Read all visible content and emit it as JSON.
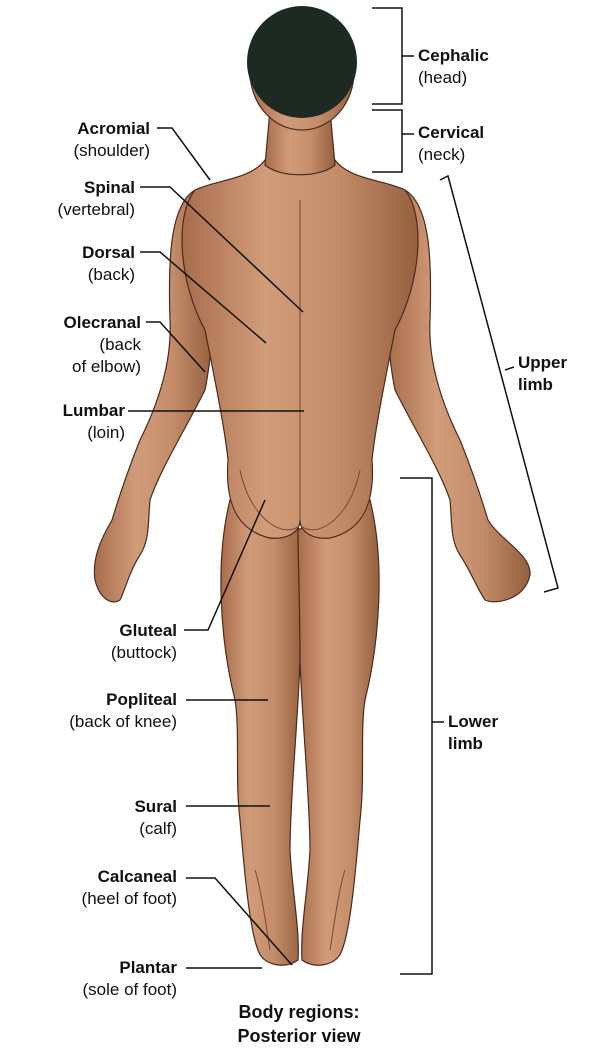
{
  "caption": {
    "line1": "Body regions:",
    "line2": "Posterior view"
  },
  "left_labels": {
    "acromial": {
      "term": "Acromial",
      "desc": "(shoulder)"
    },
    "spinal": {
      "term": "Spinal",
      "desc": "(vertebral)"
    },
    "dorsal": {
      "term": "Dorsal",
      "desc": "(back)"
    },
    "olecranal": {
      "term": "Olecranal",
      "desc1": "(back",
      "desc2": "of elbow)"
    },
    "lumbar": {
      "term": "Lumbar",
      "desc": "(loin)"
    },
    "gluteal": {
      "term": "Gluteal",
      "desc": "(buttock)"
    },
    "popliteal": {
      "term": "Popliteal",
      "desc": "(back of knee)"
    },
    "sural": {
      "term": "Sural",
      "desc": "(calf)"
    },
    "calcaneal": {
      "term": "Calcaneal",
      "desc": "(heel of foot)"
    },
    "plantar": {
      "term": "Plantar",
      "desc": "(sole of foot)"
    }
  },
  "right_labels": {
    "cephalic": {
      "term": "Cephalic",
      "desc": "(head)"
    },
    "cervical": {
      "term": "Cervical",
      "desc": "(neck)"
    },
    "upper_limb": {
      "line1": "Upper",
      "line2": "limb"
    },
    "lower_limb": {
      "line1": "Lower",
      "line2": "limb"
    }
  },
  "colors": {
    "skin": "#c99270",
    "skin_shadow": "#9c6548",
    "hair": "#1c2a22",
    "line": "#111111"
  }
}
